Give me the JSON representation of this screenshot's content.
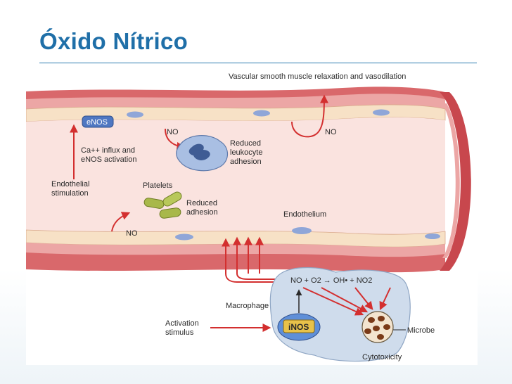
{
  "slide": {
    "title": "Óxido Nítrico"
  },
  "diagram": {
    "top_label": "Vascular smooth muscle relaxation and vasodilation",
    "enos": "eNOS",
    "no": "NO",
    "reduced_leukocyte": [
      "Reduced",
      "leukocyte",
      "adhesion"
    ],
    "ca_influx": [
      "Ca++ influx and",
      "eNOS activation"
    ],
    "endothelial_stimulation": [
      "Endothelial",
      "stimulation"
    ],
    "platelets": "Platelets",
    "reduced_adhesion": [
      "Reduced",
      "adhesion"
    ],
    "endothelium": "Endothelium",
    "macrophage": "Macrophage",
    "inos": "iNOS",
    "reaction": "NO + O2 → OH• + NO2",
    "microbe": "Microbe",
    "activation_stimulus": [
      "Activation",
      "stimulus"
    ],
    "cytotoxicity": "Cytotoxicity"
  },
  "colors": {
    "title": "#1f6fa8",
    "vessel_outer": "#c8474d",
    "vessel_smooth": "#e99a9a",
    "endothelium": "#f6dcc0",
    "lumen": "#fbe4e0",
    "nucleus": "#8fa6d8",
    "arrow": "#d32f2f",
    "platelet": "#a8b84a",
    "macrophage": "#cfdcec",
    "inos": "#e8c24a"
  }
}
